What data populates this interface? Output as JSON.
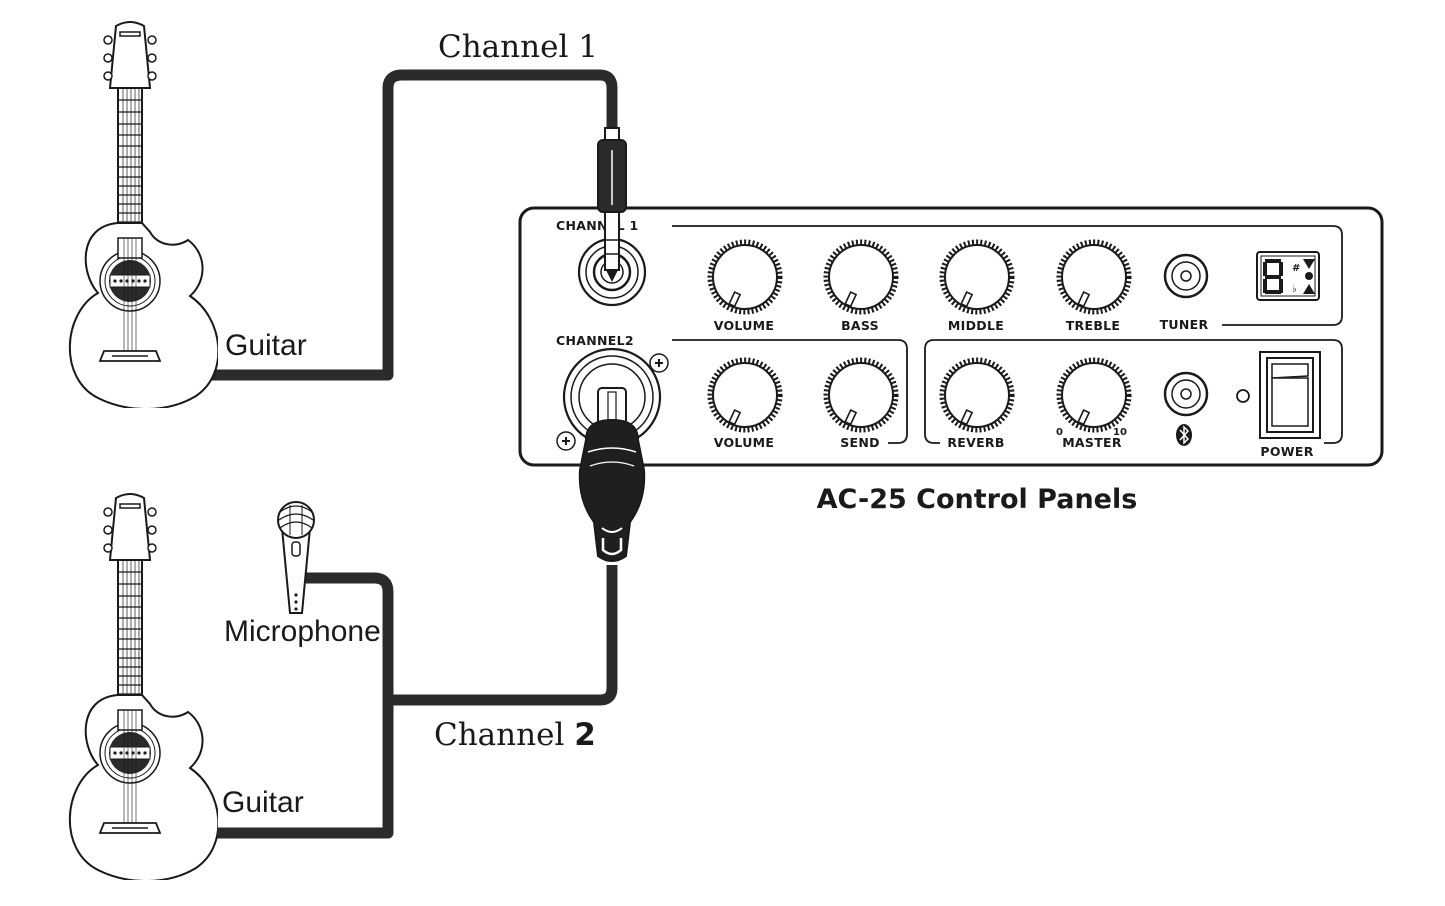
{
  "diagram": {
    "cable_labels": {
      "channel1": "Channel 1",
      "channel2_prefix": "Channel ",
      "channel2_number": "2"
    },
    "sources": {
      "guitar_top": "Guitar",
      "microphone": "Microphone",
      "guitar_bottom": "Guitar"
    },
    "panel": {
      "title": "AC-25 Control Panels",
      "channel1_section": "CHANNEL 1",
      "channel2_section": "CHANNEL2",
      "channel1_knobs": [
        "VOLUME",
        "BASS",
        "MIDDLE",
        "TREBLE"
      ],
      "tuner_label": "TUNER",
      "channel2_knobs": [
        "VOLUME",
        "SEND"
      ],
      "effects_knobs": [
        "REVERB",
        "MASTER"
      ],
      "master_scale_min": "0",
      "master_scale_max": "10",
      "power_label": "POWER",
      "tuner_display_sharp": "#",
      "tuner_display_flat": "♭"
    },
    "colors": {
      "ink": "#1a1a1a",
      "cable": "#2b2b2b",
      "background": "#ffffff"
    }
  }
}
